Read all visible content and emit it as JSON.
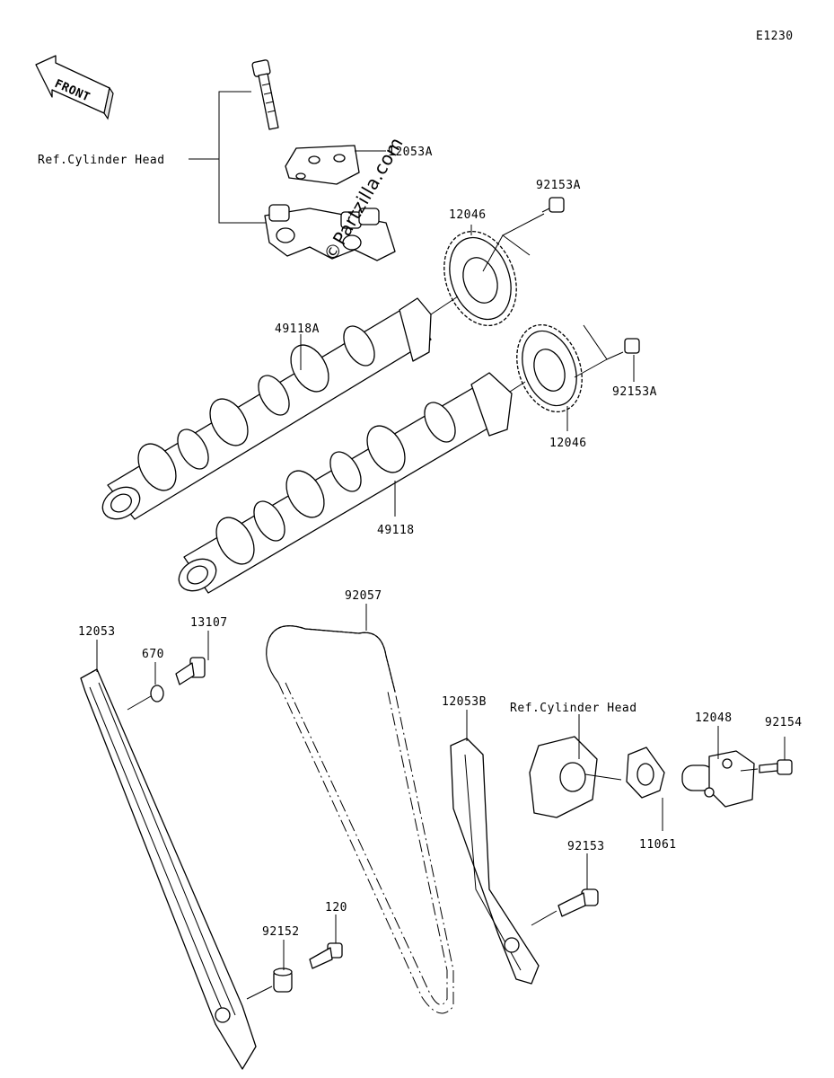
{
  "diagram_code": "E1230",
  "front_label": "FRONT",
  "watermark": "©Partzilla.com",
  "labels": {
    "ref_cylinder_head_top": "Ref.Cylinder Head",
    "p12053A": "12053A",
    "p92153A_top": "92153A",
    "p12046_top": "12046",
    "p49118A": "49118A",
    "p92153A_right": "92153A",
    "p12046_bottom": "12046",
    "p49118": "49118",
    "p92057": "92057",
    "p12053": "12053",
    "p670": "670",
    "p13107": "13107",
    "p12053B": "12053B",
    "ref_cylinder_head_bottom": "Ref.Cylinder Head",
    "p12048": "12048",
    "p92154": "92154",
    "p11061": "11061",
    "p92153": "92153",
    "p120": "120",
    "p92152": "92152"
  }
}
